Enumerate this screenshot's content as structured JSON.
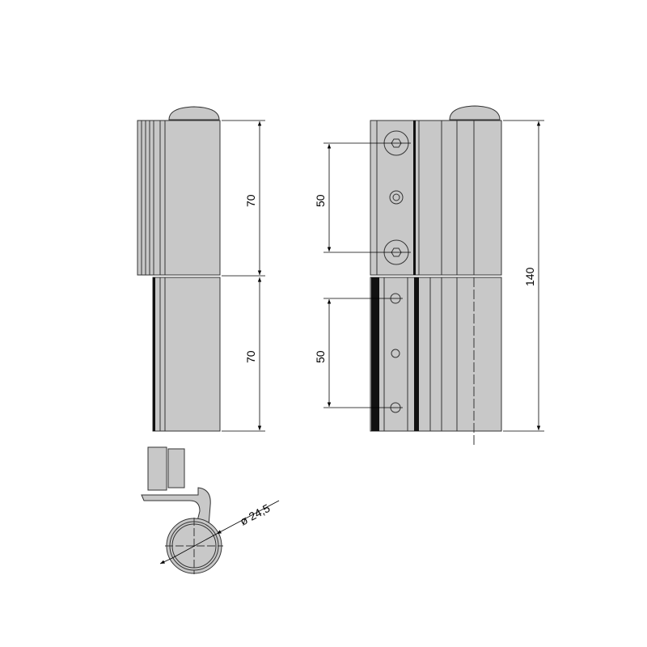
{
  "drawing": {
    "front_view": {
      "upper_height": "70",
      "lower_height": "70"
    },
    "side_view": {
      "upper_spacing": "50",
      "lower_spacing": "50",
      "total_height": "140"
    },
    "section_view": {
      "diameter": "ø 24,5"
    },
    "colors": {
      "part_fill": "#c8c8c8",
      "outline": "#333333"
    }
  }
}
